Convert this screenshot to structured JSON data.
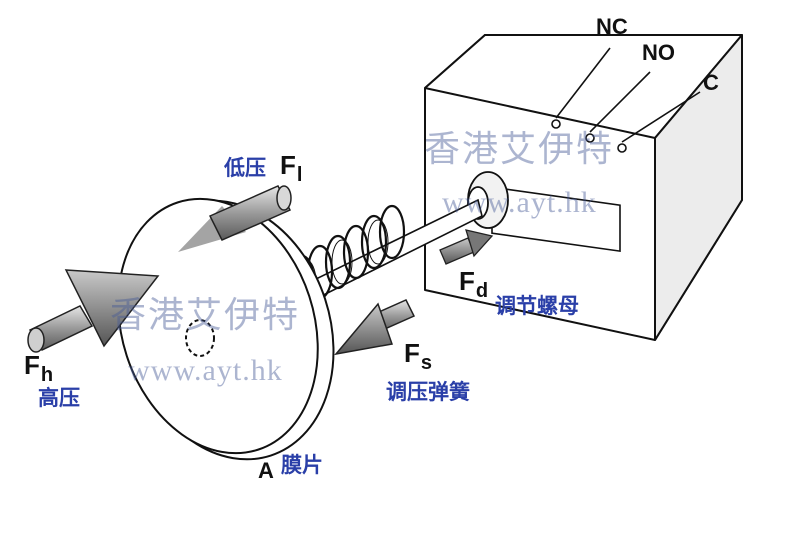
{
  "terminals": {
    "nc": "NC",
    "no": "NO",
    "c": "C"
  },
  "forces": {
    "f_low": {
      "symbol": "F",
      "sub": "l"
    },
    "f_high": {
      "symbol": "F",
      "sub": "h"
    },
    "f_d": {
      "symbol": "F",
      "sub": "d"
    },
    "f_s": {
      "symbol": "F",
      "sub": "s"
    }
  },
  "area_label": "A",
  "labels": {
    "low_pressure": "低压",
    "high_pressure": "高压",
    "adjusting_nut": "调节螺母",
    "pressure_spring": "调压弹簧",
    "diaphragm": "膜片"
  },
  "watermarks": [
    {
      "text": "香港艾伊特"
    },
    {
      "text": "www.ayt.hk"
    },
    {
      "text": "香港艾伊特"
    },
    {
      "text": "www.ayt.hk"
    }
  ]
}
